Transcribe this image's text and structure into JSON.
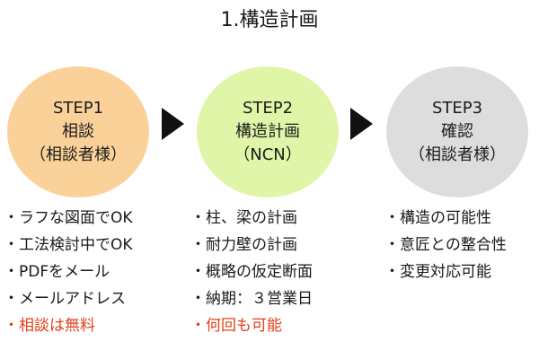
{
  "title": "1.構造計画",
  "steps": [
    {
      "label": "STEP1",
      "name": "相談",
      "sub": "（相談者様）",
      "color": "#fbd19a",
      "bullets": [
        {
          "text": "・ラフな図面でOK",
          "highlight": false
        },
        {
          "text": "・工法検討中でOK",
          "highlight": false
        },
        {
          "text": "・PDFをメール",
          "highlight": false
        },
        {
          "text": "・メールアドレス",
          "highlight": false
        },
        {
          "text": "・相談は無料",
          "highlight": true
        }
      ]
    },
    {
      "label": "STEP2",
      "name": "構造計画",
      "sub": "（NCN）",
      "color": "#e1f5a8",
      "bullets": [
        {
          "text": "・柱、梁の計画",
          "highlight": false
        },
        {
          "text": "・耐力壁の計画",
          "highlight": false
        },
        {
          "text": "・概略の仮定断面",
          "highlight": false
        },
        {
          "text": "・納期：３営業日",
          "highlight": false
        },
        {
          "text": "・何回も可能",
          "highlight": true
        }
      ]
    },
    {
      "label": "STEP3",
      "name": "確認",
      "sub": "（相談者様）",
      "color": "#dddddd",
      "bullets": [
        {
          "text": "・構造の可能性",
          "highlight": false
        },
        {
          "text": "・意匠との整合性",
          "highlight": false
        },
        {
          "text": "・変更対応可能",
          "highlight": false
        }
      ]
    }
  ],
  "colors": {
    "highlight": "#e2401a",
    "arrow": "#111111"
  },
  "arrow_icon": "right-triangle-arrow"
}
